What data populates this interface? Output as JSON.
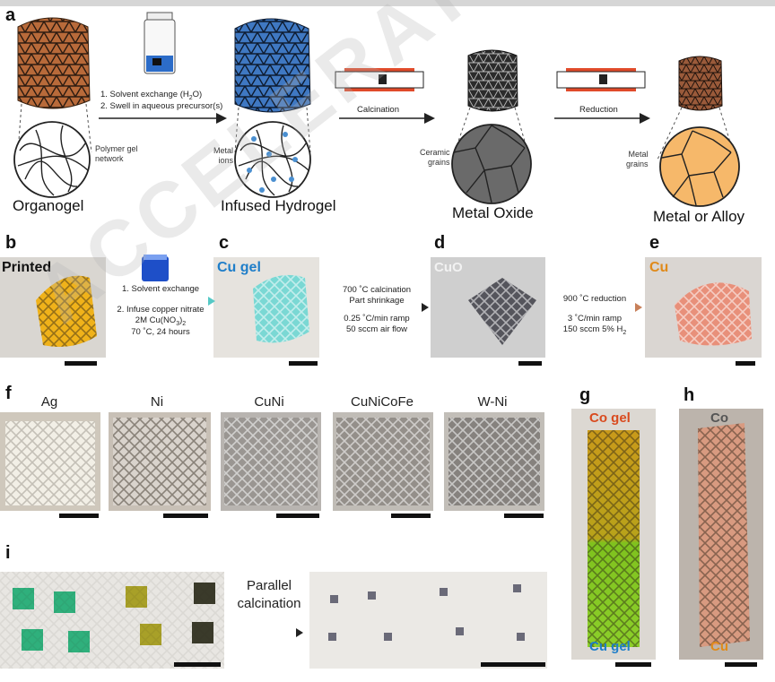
{
  "panels": {
    "a": {
      "label": "a",
      "step1_line1": "1. Solvent exchange (H",
      "step1_sub": "2",
      "step1_tail": "O)",
      "step2": "2. Swell in aqueous precursor(s)",
      "calcination": "Calcination",
      "reduction": "Reduction",
      "polymer_line1": "Polymer gel",
      "polymer_line2": "network",
      "metal_ions_line1": "Metal",
      "metal_ions_line2": "ions",
      "ceramic_line1": "Ceramic",
      "ceramic_line2": "grains",
      "metal_grains_line1": "Metal",
      "metal_grains_line2": "grains",
      "stages": [
        "Organogel",
        "Infused Hydrogel",
        "Metal Oxide",
        "Metal or Alloy"
      ]
    },
    "b": {
      "label": "b",
      "photo_title": "Printed"
    },
    "c": {
      "label": "c",
      "photo_title": "Cu gel"
    },
    "d": {
      "label": "d",
      "photo_title": "CuO"
    },
    "e": {
      "label": "e",
      "photo_title": "Cu"
    },
    "bc_arrow": {
      "line1": "1. Solvent exchange",
      "line2": "2. Infuse copper nitrate",
      "line3": "2M Cu(NO",
      "line3_sub": "3",
      "line3_tail": ")",
      "line3_sub2": "2",
      "line4": "70 ˚C, 24 hours"
    },
    "cd_arrow": {
      "line1": "700 ˚C calcination",
      "line2": "Part shrinkage",
      "line3": "0.25 ˚C/min ramp",
      "line4": "50 sccm air flow"
    },
    "de_arrow": {
      "line1": "900 ˚C reduction",
      "line2": "3 ˚C/min ramp",
      "line3": "150 sccm 5% H",
      "line3_sub": "2"
    },
    "f": {
      "label": "f",
      "metals": [
        "Ag",
        "Ni",
        "CuNi",
        "CuNiCoFe",
        "W-Ni"
      ]
    },
    "g": {
      "label": "g",
      "top": "Co gel",
      "bottom": "Cu gel"
    },
    "h": {
      "label": "h",
      "top": "Co",
      "bottom": "Cu"
    },
    "i": {
      "label": "i",
      "arrow_line1": "Parallel",
      "arrow_line2": "calcination"
    }
  },
  "watermark": "ACCELERATED ARTICLE PREVIEW",
  "colors": {
    "organogel": "#b86a3a",
    "hydrogel": "#3f78c2",
    "oxide": "#3a3a3a",
    "metal": "#9a5a3a",
    "cu_gel_label": "#1f7ec9",
    "cu_label": "#e08a1a",
    "co_gel_label": "#d94a1e"
  }
}
